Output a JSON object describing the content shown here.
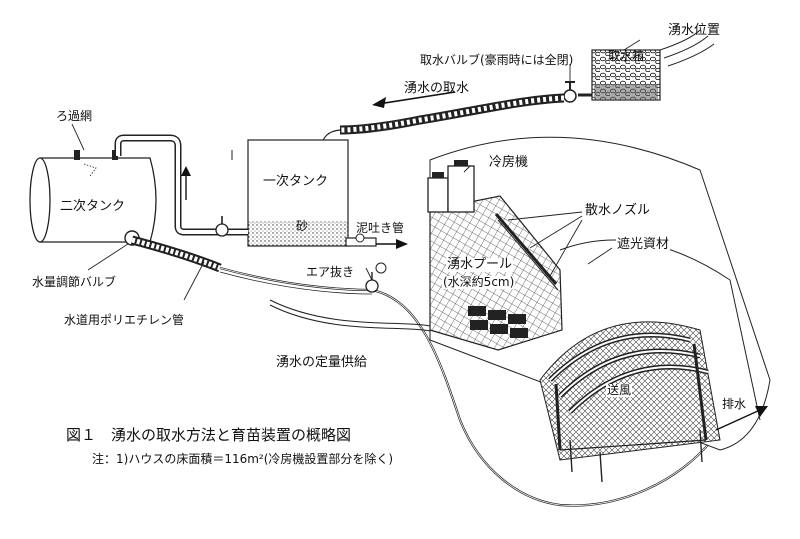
{
  "labels": {
    "spring_location": "湧水位置",
    "intake_box": "取水箱",
    "intake_valve": "取水バルブ(豪雨時には全閉)",
    "spring_intake": "湧水の取水",
    "filter_net": "ろ過網",
    "secondary_tank": "二次タンク",
    "primary_tank": "一次タンク",
    "sand": "砂",
    "mud_pipe": "泥吐き管",
    "air_vent": "エア抜き",
    "flow_valve": "水量調節バルブ",
    "poly_pipe": "水道用ポリエチレン管",
    "constant_supply": "湧水の定量供給",
    "cooler": "冷房機",
    "spray_nozzle": "散水ノズル",
    "shade_material": "遮光資材",
    "pool": "湧水プール",
    "pool_depth": "(水深約5cm)",
    "blower": "送風",
    "drain": "排水"
  },
  "caption": {
    "title": "図１　湧水の取水方法と育苗装置の概略図",
    "note": "注：1)ハウスの床面積＝116m²(冷房機設置部分を除く)"
  },
  "colors": {
    "ink": "#111111",
    "paper": "#ffffff"
  }
}
